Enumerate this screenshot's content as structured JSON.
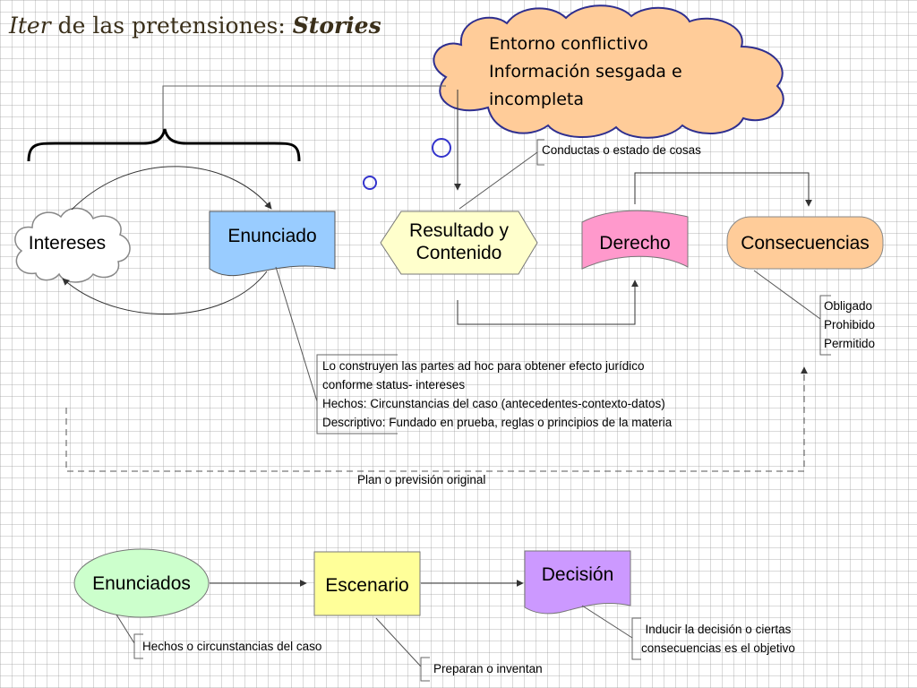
{
  "title": {
    "part1": "Iter",
    "part2": " de las pretensiones: ",
    "part3": "Stories"
  },
  "cloud": {
    "lines": [
      "Entorno conflictivo",
      "Información sesgada e",
      "incompleta"
    ]
  },
  "nodes": {
    "intereses": "Intereses",
    "enunciado": "Enunciado",
    "resultado": [
      "Resultado y",
      "Contenido"
    ],
    "derecho": "Derecho",
    "consecuencias": "Consecuencias",
    "enunciados": "Enunciados",
    "escenario": "Escenario",
    "decision": "Decisión"
  },
  "annotations": {
    "conductas": "Conductas o estado de cosas",
    "obligaciones": [
      "Obligado",
      "Prohibido",
      "Permitido"
    ],
    "construyen": [
      "Lo construyen las partes ad hoc para obtener efecto jurídico",
      "conforme status- intereses",
      "Hechos: Circunstancias del caso (antecedentes-contexto-datos)",
      "Descriptivo: Fundado en prueba, reglas o principios de la materia"
    ],
    "plan": "Plan o previsión original",
    "hechos": "Hechos o circunstancias del caso",
    "preparan": "Preparan o inventan",
    "inducir": [
      "Inducir la decisión o ciertas",
      "consecuencias es el objetivo"
    ]
  },
  "colors": {
    "enunciado": "#99ccff",
    "resultado": "#ffffcc",
    "derecho": "#ff99cc",
    "consecuencias": "#ffcc99",
    "enunciados": "#ccffcc",
    "escenario": "#ffff99",
    "decision": "#cc99ff",
    "cloud": "#ffcc99",
    "circles": "#3333cc"
  }
}
